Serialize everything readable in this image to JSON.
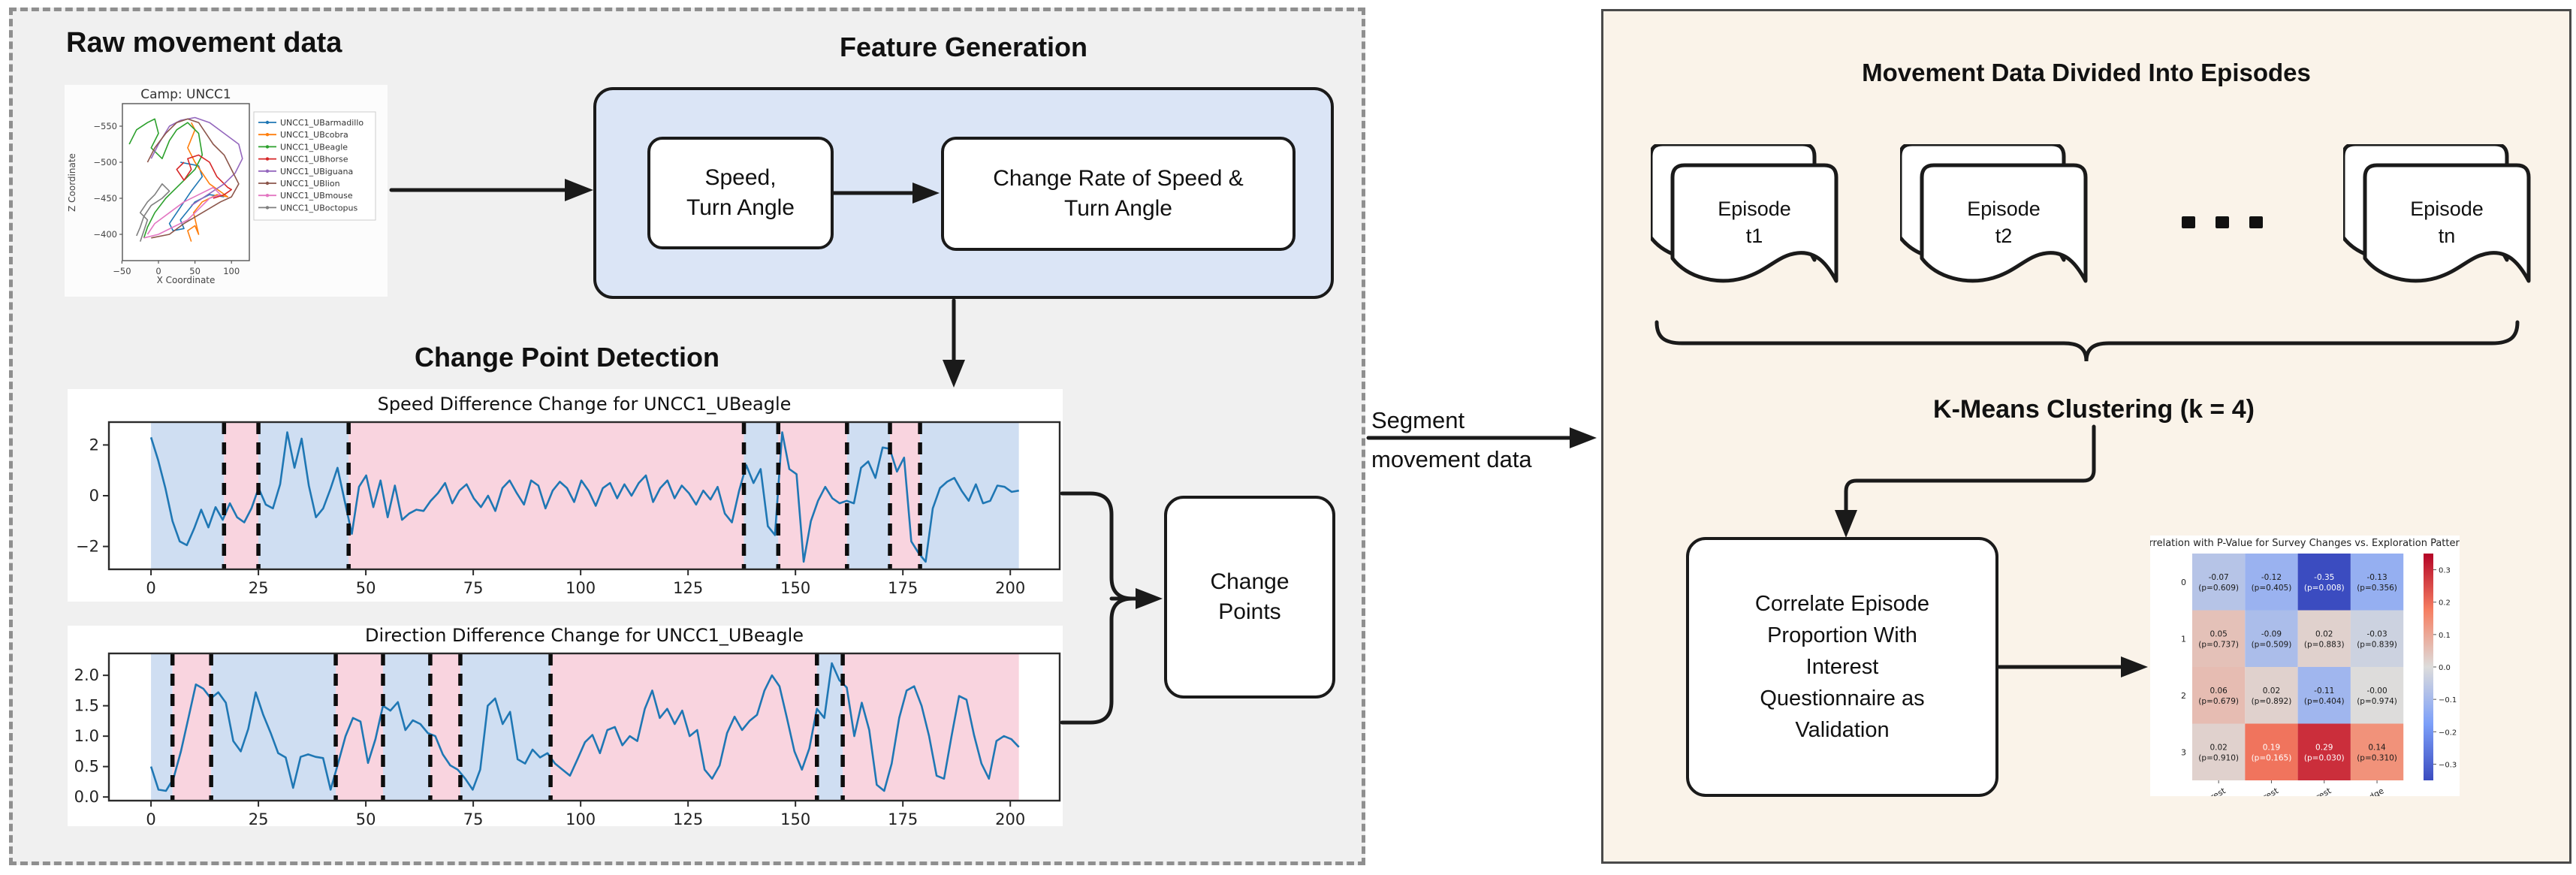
{
  "left_panel": {
    "heading_raw": "Raw movement data",
    "heading_feature": "Feature Generation",
    "heading_cpd": "Change Point Detection",
    "speed_box": {
      "line1": "Speed,",
      "line2": "Turn Angle"
    },
    "rate_box": {
      "line1": "Change Rate of Speed &",
      "line2": "Turn Angle"
    },
    "points_box": {
      "line1": "Change",
      "line2": "Points"
    }
  },
  "segment_label": {
    "line1": "Segment",
    "line2": "movement data"
  },
  "right_panel": {
    "title": "Movement Data Divided Into Episodes",
    "episodes": [
      {
        "line1": "Episode",
        "line2": "t1"
      },
      {
        "line1": "Episode",
        "line2": "t2"
      },
      {
        "line1": "Episode",
        "line2": "tn"
      }
    ],
    "ellipsis": "...",
    "kmeans_title": "K-Means Clustering (k = 4)",
    "correlate_lines": [
      "Correlate Episode",
      "Proportion With",
      "Interest",
      "Questionnaire as",
      "Validation"
    ]
  },
  "palette": {
    "ink": "#1a1a1a",
    "left_bg": "#f0f0f0",
    "right_bg": "#faf3e9",
    "fg_fill": "#dbe5f6",
    "region_blue": "#cfdef2",
    "region_pink": "#f9d4df",
    "line_blue": "#1f77b4"
  },
  "chart_data": [
    {
      "id": "raw_plot",
      "type": "line",
      "title": "Camp: UNCC1",
      "xlabel": "X Coordinate",
      "ylabel": "Z Coordinate",
      "xticks": [
        -50,
        0,
        50,
        100
      ],
      "xtick_labels": [
        "−50",
        "0",
        "50",
        "100"
      ],
      "yticks": [
        -550,
        -500,
        -450,
        -400
      ],
      "ytick_labels": [
        "−550",
        "−500",
        "−450",
        "−400"
      ],
      "y_axis_inverted": true,
      "legend_position": "right",
      "series": [
        {
          "name": "UNCC1_UBarmadillo",
          "color": "#1f77b4",
          "points": [
            [
              30,
              -500
            ],
            [
              55,
              -495
            ],
            [
              60,
              -480
            ],
            [
              45,
              -460
            ],
            [
              25,
              -430
            ],
            [
              15,
              -415
            ],
            [
              20,
              -405
            ],
            [
              35,
              -408
            ],
            [
              30,
              -420
            ],
            [
              50,
              -445
            ],
            [
              70,
              -455
            ],
            [
              90,
              -452
            ]
          ]
        },
        {
          "name": "UNCC1_UBcobra",
          "color": "#ff7f0e",
          "points": [
            [
              45,
              -390
            ],
            [
              40,
              -405
            ],
            [
              50,
              -412
            ],
            [
              55,
              -400
            ],
            [
              48,
              -430
            ],
            [
              60,
              -445
            ],
            [
              80,
              -455
            ],
            [
              95,
              -452
            ],
            [
              70,
              -470
            ],
            [
              50,
              -500
            ],
            [
              40,
              -520
            ],
            [
              50,
              -545
            ],
            [
              45,
              -555
            ]
          ]
        },
        {
          "name": "UNCC1_UBeagle",
          "color": "#2ca02c",
          "points": [
            [
              -40,
              -525
            ],
            [
              -30,
              -545
            ],
            [
              -15,
              -555
            ],
            [
              -5,
              -560
            ],
            [
              0,
              -540
            ],
            [
              -10,
              -520
            ],
            [
              5,
              -505
            ],
            [
              15,
              -530
            ],
            [
              25,
              -545
            ],
            [
              40,
              -555
            ],
            [
              55,
              -540
            ],
            [
              60,
              -510
            ],
            [
              50,
              -490
            ],
            [
              30,
              -470
            ],
            [
              10,
              -450
            ],
            [
              -5,
              -430
            ],
            [
              -15,
              -410
            ],
            [
              -20,
              -395
            ]
          ]
        },
        {
          "name": "UNCC1_UBhorse",
          "color": "#d62728",
          "points": [
            [
              35,
              -500
            ],
            [
              25,
              -490
            ],
            [
              35,
              -475
            ],
            [
              45,
              -490
            ],
            [
              40,
              -505
            ],
            [
              55,
              -510
            ],
            [
              70,
              -500
            ],
            [
              80,
              -480
            ],
            [
              95,
              -465
            ],
            [
              100,
              -462
            ],
            [
              90,
              -455
            ],
            [
              75,
              -450
            ]
          ]
        },
        {
          "name": "UNCC1_UBiguana",
          "color": "#9467bd",
          "points": [
            [
              -10,
              -505
            ],
            [
              0,
              -525
            ],
            [
              15,
              -550
            ],
            [
              30,
              -558
            ],
            [
              50,
              -562
            ],
            [
              70,
              -555
            ],
            [
              90,
              -540
            ],
            [
              110,
              -525
            ],
            [
              115,
              -505
            ],
            [
              105,
              -485
            ],
            [
              90,
              -470
            ],
            [
              75,
              -460
            ],
            [
              60,
              -450
            ],
            [
              45,
              -440
            ]
          ]
        },
        {
          "name": "UNCC1_UBlion",
          "color": "#8c564b",
          "points": [
            [
              -15,
              -500
            ],
            [
              -5,
              -520
            ],
            [
              10,
              -540
            ],
            [
              25,
              -555
            ],
            [
              40,
              -560
            ],
            [
              55,
              -555
            ],
            [
              65,
              -540
            ],
            [
              75,
              -525
            ],
            [
              90,
              -510
            ],
            [
              100,
              -490
            ],
            [
              110,
              -470
            ],
            [
              100,
              -452
            ],
            [
              85,
              -445
            ],
            [
              60,
              -430
            ],
            [
              35,
              -415
            ],
            [
              15,
              -400
            ],
            [
              -10,
              -395
            ]
          ]
        },
        {
          "name": "UNCC1_UBmouse",
          "color": "#e377c2",
          "points": [
            [
              -20,
              -395
            ],
            [
              0,
              -400
            ],
            [
              20,
              -410
            ],
            [
              40,
              -420
            ],
            [
              55,
              -435
            ],
            [
              70,
              -450
            ],
            [
              85,
              -455
            ],
            [
              75,
              -465
            ],
            [
              55,
              -455
            ],
            [
              35,
              -445
            ],
            [
              15,
              -430
            ],
            [
              -5,
              -415
            ],
            [
              -15,
              -400
            ]
          ]
        },
        {
          "name": "UNCC1_UBoctopus",
          "color": "#7f7f7f",
          "points": [
            [
              -25,
              -390
            ],
            [
              -20,
              -405
            ],
            [
              -15,
              -420
            ],
            [
              -25,
              -430
            ],
            [
              -15,
              -445
            ],
            [
              -5,
              -455
            ],
            [
              5,
              -470
            ],
            [
              15,
              -460
            ],
            [
              5,
              -450
            ],
            [
              -10,
              -440
            ],
            [
              -20,
              -425
            ],
            [
              -25,
              -410
            ],
            [
              -30,
              -398
            ]
          ]
        }
      ]
    },
    {
      "id": "speed_plot",
      "type": "line",
      "title": "Speed Difference Change for UNCC1_UBeagle",
      "xlim": [
        -9.8,
        211.5
      ],
      "ylim": [
        -2.9,
        2.9
      ],
      "xticks": [
        0,
        25,
        50,
        75,
        100,
        125,
        150,
        175,
        200
      ],
      "xtick_labels": [
        "0",
        "25",
        "50",
        "75",
        "100",
        "125",
        "150",
        "175",
        "200"
      ],
      "yticks": [
        -2,
        0,
        2
      ],
      "ytick_labels": [
        "−2",
        "0",
        "2"
      ],
      "x_end": 202,
      "change_points": [
        17,
        25,
        46,
        138,
        146,
        162,
        172,
        179
      ],
      "regions": [
        {
          "start": 0,
          "end": 17,
          "color": "blue"
        },
        {
          "start": 17,
          "end": 25,
          "color": "pink"
        },
        {
          "start": 25,
          "end": 46,
          "color": "blue"
        },
        {
          "start": 46,
          "end": 138,
          "color": "pink"
        },
        {
          "start": 138,
          "end": 146,
          "color": "blue"
        },
        {
          "start": 146,
          "end": 162,
          "color": "pink"
        },
        {
          "start": 162,
          "end": 172,
          "color": "blue"
        },
        {
          "start": 172,
          "end": 179,
          "color": "pink"
        },
        {
          "start": 179,
          "end": 202,
          "color": "blue"
        }
      ],
      "values": [
        2.3,
        1.4,
        0.3,
        -1.0,
        -1.8,
        -1.95,
        -1.3,
        -0.55,
        -1.25,
        -0.45,
        -0.95,
        -0.3,
        -0.85,
        -1.05,
        -0.5,
        0.3,
        -0.35,
        -0.5,
        0.45,
        2.5,
        1.1,
        2.25,
        0.4,
        -0.85,
        -0.5,
        0.25,
        1.1,
        -0.2,
        -1.5,
        0.35,
        0.8,
        -0.45,
        0.6,
        -0.85,
        0.4,
        -0.95,
        -0.7,
        -0.55,
        -0.6,
        -0.2,
        0.1,
        0.5,
        -0.3,
        0.2,
        0.45,
        -0.1,
        -0.45,
        0.0,
        -0.6,
        0.3,
        0.6,
        0.1,
        -0.35,
        0.6,
        0.4,
        -0.5,
        0.2,
        0.55,
        0.3,
        -0.25,
        0.6,
        0.2,
        -0.4,
        0.3,
        0.5,
        -0.1,
        0.45,
        0.0,
        0.5,
        0.8,
        -0.25,
        0.3,
        0.6,
        -0.1,
        0.4,
        0.1,
        -0.35,
        0.2,
        -0.15,
        0.35,
        -0.7,
        -1.05,
        0.2,
        1.2,
        0.5,
        1.05,
        -1.2,
        -1.55,
        2.5,
        1.05,
        0.85,
        -2.6,
        -1.0,
        -0.2,
        0.35,
        -0.1,
        -0.3,
        -0.2,
        -0.3,
        1.1,
        1.35,
        0.7,
        1.9,
        1.85,
        0.95,
        1.5,
        -1.8,
        -2.25,
        -2.6,
        -0.5,
        0.3,
        0.55,
        0.7,
        0.2,
        -0.2,
        0.45,
        -0.3,
        -0.2,
        0.4,
        0.35,
        0.15,
        0.2
      ]
    },
    {
      "id": "direction_plot",
      "type": "line",
      "title": "Direction Difference Change for UNCC1_UBeagle",
      "xlim": [
        -9.8,
        211.5
      ],
      "ylim": [
        -0.06,
        2.36
      ],
      "xticks": [
        0,
        25,
        50,
        75,
        100,
        125,
        150,
        175,
        200
      ],
      "xtick_labels": [
        "0",
        "25",
        "50",
        "75",
        "100",
        "125",
        "150",
        "175",
        "200"
      ],
      "yticks": [
        0.0,
        0.5,
        1.0,
        1.5,
        2.0
      ],
      "ytick_labels": [
        "0.0",
        "0.5",
        "1.0",
        "1.5",
        "2.0"
      ],
      "x_end": 202,
      "change_points": [
        5,
        14,
        43,
        54,
        65,
        72,
        93,
        155,
        161
      ],
      "regions": [
        {
          "start": 0,
          "end": 5,
          "color": "blue"
        },
        {
          "start": 5,
          "end": 14,
          "color": "pink"
        },
        {
          "start": 14,
          "end": 43,
          "color": "blue"
        },
        {
          "start": 43,
          "end": 54,
          "color": "pink"
        },
        {
          "start": 54,
          "end": 65,
          "color": "blue"
        },
        {
          "start": 65,
          "end": 72,
          "color": "pink"
        },
        {
          "start": 72,
          "end": 93,
          "color": "blue"
        },
        {
          "start": 93,
          "end": 155,
          "color": "pink"
        },
        {
          "start": 155,
          "end": 161,
          "color": "blue"
        },
        {
          "start": 161,
          "end": 202,
          "color": "pink"
        }
      ],
      "values": [
        0.5,
        0.12,
        0.1,
        0.3,
        0.75,
        1.3,
        1.85,
        1.78,
        1.62,
        1.72,
        1.55,
        0.92,
        0.75,
        1.12,
        1.72,
        1.35,
        1.05,
        0.72,
        0.65,
        0.15,
        0.66,
        0.7,
        0.66,
        0.64,
        0.12,
        0.55,
        1.0,
        1.3,
        1.24,
        0.56,
        0.95,
        1.5,
        1.42,
        1.56,
        1.1,
        1.26,
        1.2,
        1.05,
        1.0,
        0.7,
        0.52,
        0.45,
        0.3,
        0.12,
        0.45,
        1.5,
        1.62,
        1.2,
        1.4,
        0.62,
        0.55,
        0.78,
        0.65,
        0.72,
        0.55,
        0.45,
        0.35,
        0.62,
        0.9,
        1.02,
        0.72,
        1.1,
        1.15,
        0.85,
        1.0,
        0.92,
        1.45,
        1.75,
        1.3,
        1.45,
        1.2,
        1.42,
        1.0,
        1.1,
        0.45,
        0.3,
        0.52,
        1.05,
        1.32,
        1.1,
        1.25,
        1.35,
        1.75,
        2.0,
        1.82,
        1.3,
        0.75,
        0.45,
        0.8,
        1.45,
        1.3,
        2.2,
        1.92,
        1.8,
        1.0,
        1.55,
        1.1,
        0.2,
        0.1,
        0.55,
        1.3,
        1.75,
        1.82,
        1.5,
        1.0,
        0.35,
        0.3,
        1.0,
        1.66,
        1.6,
        1.02,
        0.55,
        0.3,
        0.92,
        1.0,
        0.95,
        0.82
      ]
    },
    {
      "id": "correlation_heatmap",
      "type": "heatmap",
      "title": "Correlation with P-Value for Survey Changes vs. Exploration Patterns",
      "rows": [
        "0",
        "1",
        "2",
        "3"
      ],
      "columns": [
        "STEM Interest",
        "Minecraft Interest",
        "Astronomy Interest",
        "Prior Knowledge"
      ],
      "values": [
        [
          -0.07,
          -0.12,
          -0.35,
          -0.13
        ],
        [
          0.05,
          -0.09,
          0.02,
          -0.03
        ],
        [
          0.06,
          0.02,
          -0.11,
          0.0
        ],
        [
          0.02,
          0.19,
          0.29,
          0.14
        ]
      ],
      "value_labels": [
        [
          "-0.07",
          "-0.12",
          "-0.35",
          "-0.13"
        ],
        [
          "0.05",
          "-0.09",
          "0.02",
          "-0.03"
        ],
        [
          "0.06",
          "0.02",
          "-0.11",
          "-0.00"
        ],
        [
          "0.02",
          "0.19",
          "0.29",
          "0.14"
        ]
      ],
      "p_labels": [
        [
          "(p=0.609)",
          "(p=0.405)",
          "(p=0.008)",
          "(p=0.356)"
        ],
        [
          "(p=0.737)",
          "(p=0.509)",
          "(p=0.883)",
          "(p=0.839)"
        ],
        [
          "(p=0.679)",
          "(p=0.892)",
          "(p=0.404)",
          "(p=0.974)"
        ],
        [
          "(p=0.910)",
          "(p=0.165)",
          "(p=0.030)",
          "(p=0.310)"
        ]
      ],
      "vmin": -0.35,
      "vmax": 0.35,
      "colorbar_ticks": [
        0.3,
        0.2,
        0.1,
        0.0,
        -0.1,
        -0.2,
        -0.3
      ],
      "colorbar_tick_labels": [
        "0.3",
        "0.2",
        "0.1",
        "0.0",
        "−0.1",
        "−0.2",
        "−0.3"
      ],
      "colormap": "coolwarm"
    }
  ]
}
